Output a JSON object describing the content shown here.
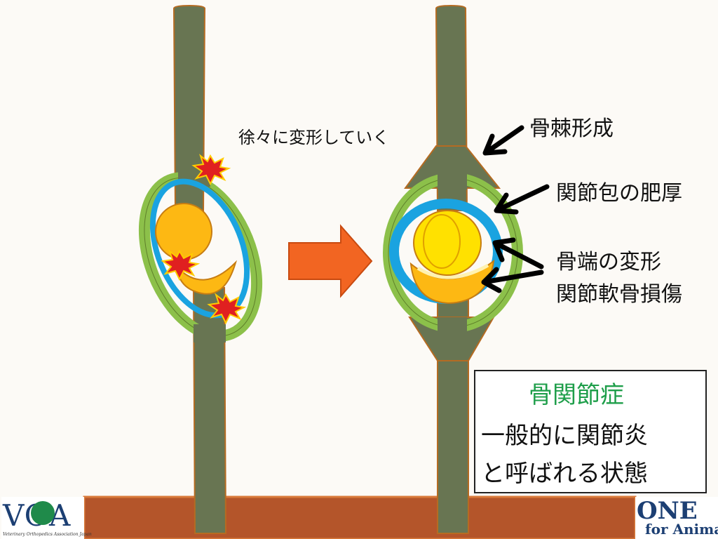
{
  "labels": {
    "progress": "徐々に変形していく",
    "osteophyte": "骨棘形成",
    "capsule_thickening": "関節包の肥厚",
    "bone_end_deformation": "骨端の変形",
    "cartilage_damage": "関節軟骨損傷"
  },
  "info_box": {
    "title": "骨関節症",
    "line1": "一般的に関節炎",
    "line2": "と呼ばれる状態"
  },
  "logos": {
    "voa_text": "VOA",
    "voa_subtitle": "Veterinary Orthopedics Association Japan",
    "one_text": "ONE",
    "one_subtitle": "for Animals"
  },
  "colors": {
    "background": "#fcfaf6",
    "bone": "#687552",
    "ground": "#b4552a",
    "capsule_green": "#8cc04a",
    "synovial_blue": "#1aa3e0",
    "cartilage_orange": "#fdb813",
    "cartilage_yellow": "#ffe100",
    "arrow_orange": "#f26522",
    "inflammation_red": "#e02020",
    "title_green": "#1e9e4a"
  }
}
